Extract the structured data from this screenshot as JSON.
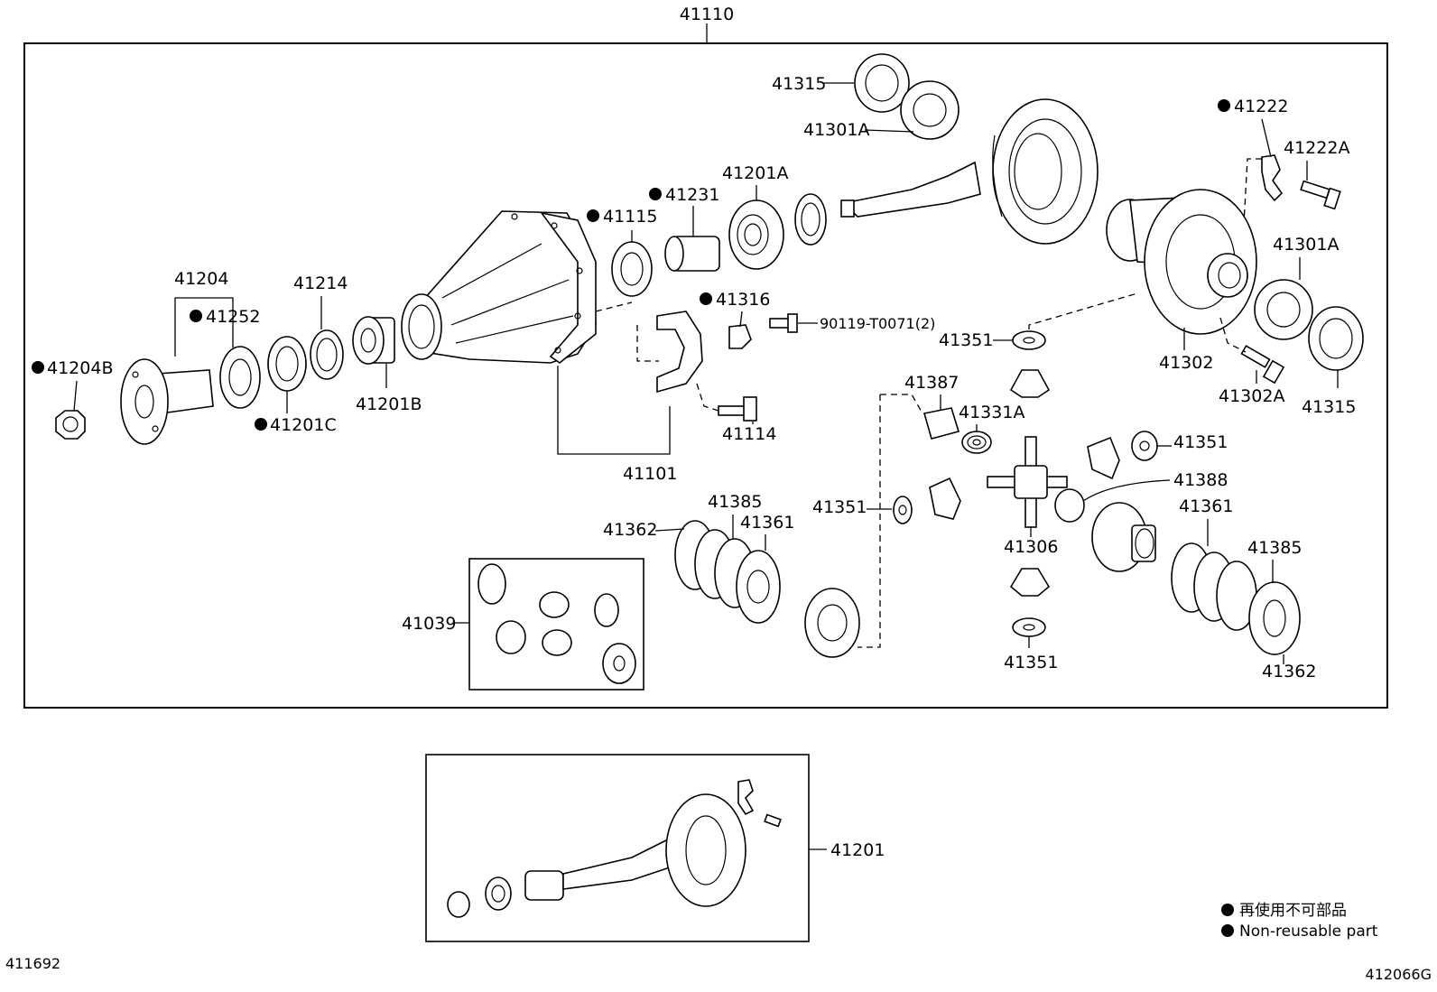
{
  "diagram_code_left": "411692",
  "diagram_code_right": "412066G",
  "legend": {
    "line_jp": "再使用不可部品",
    "line_en": "Non-reusable part"
  },
  "parts": {
    "p41110": "41110",
    "p41315_top": "41315",
    "p41301A_top": "41301A",
    "p41222": "41222",
    "p41222A": "41222A",
    "p41201A": "41201A",
    "p41231": "41231",
    "p41115": "41115",
    "p41301A_right": "41301A",
    "p41204": "41204",
    "p41214": "41214",
    "p41252": "41252",
    "p41316": "41316",
    "p90119": "90119-T0071(2)",
    "p41351_a": "41351",
    "p41302": "41302",
    "p41204B": "41204B",
    "p41201B": "41201B",
    "p41302A": "41302A",
    "p41315_right": "41315",
    "p41387": "41387",
    "p41331A": "41331A",
    "p41201C": "41201C",
    "p41114": "41114",
    "p41351_b": "41351",
    "p41101": "41101",
    "p41388": "41388",
    "p41385_left": "41385",
    "p41362_left": "41362",
    "p41361_left": "41361",
    "p41351_c": "41351",
    "p41361_right": "41361",
    "p41306": "41306",
    "p41385_right": "41385",
    "p41039": "41039",
    "p41351_d": "41351",
    "p41362_right": "41362",
    "p41201": "41201"
  }
}
